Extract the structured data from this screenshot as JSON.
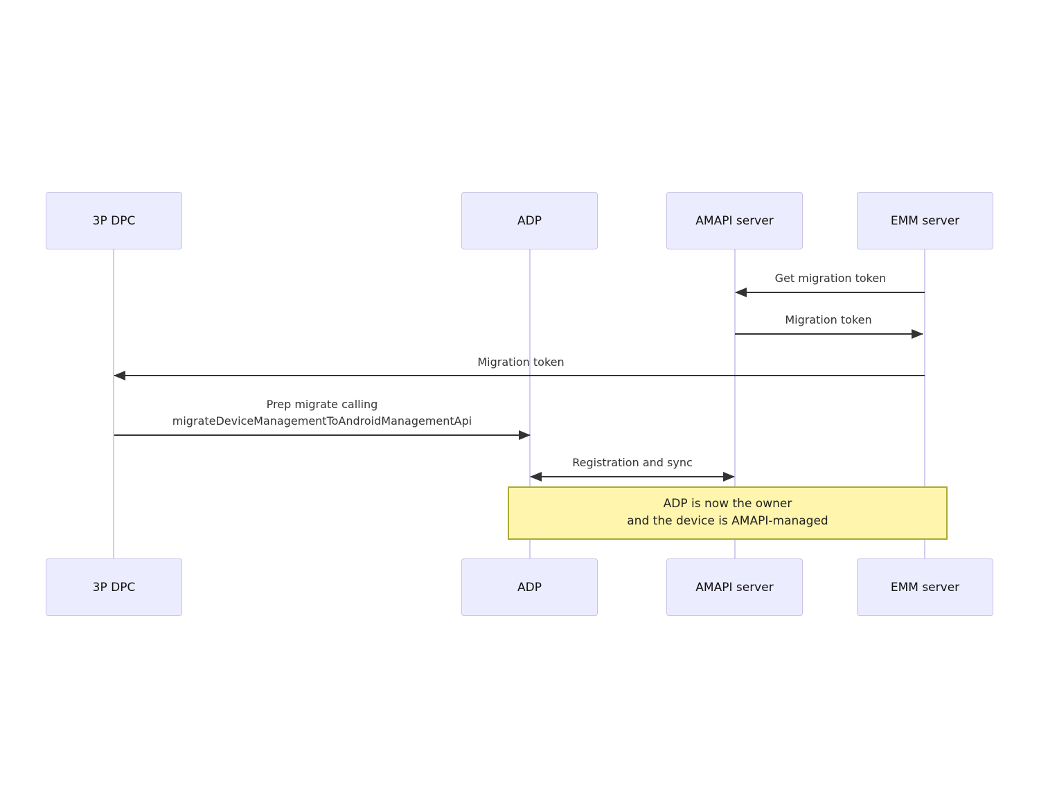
{
  "diagram": {
    "type": "sequence",
    "actors": [
      {
        "id": "3p-dpc",
        "label": "3P DPC"
      },
      {
        "id": "adp",
        "label": "ADP"
      },
      {
        "id": "amapi-server",
        "label": "AMAPI server"
      },
      {
        "id": "emm-server",
        "label": "EMM server"
      }
    ],
    "messages": [
      {
        "from": "EMM server",
        "to": "AMAPI server",
        "label": "Get migration token",
        "arrow": "left"
      },
      {
        "from": "AMAPI server",
        "to": "EMM server",
        "label": "Migration token",
        "arrow": "right"
      },
      {
        "from": "EMM server",
        "to": "3P DPC",
        "label": "Migration token",
        "arrow": "left"
      },
      {
        "from": "3P DPC",
        "to": "ADP",
        "arrow": "right",
        "lines": [
          "Prep migrate calling",
          "migrateDeviceManagementToAndroidManagementApi"
        ]
      },
      {
        "from": "ADP",
        "to": "AMAPI server",
        "label": "Registration and sync",
        "arrow": "both"
      }
    ],
    "note": {
      "over": [
        "ADP",
        "EMM server"
      ],
      "lines": [
        "ADP is now the owner",
        "and the device is AMAPI-managed"
      ]
    }
  },
  "colors": {
    "actor_fill": "#ECECFF",
    "actor_border": "#C8C2E8",
    "lifeline_color": "#D6CBEF",
    "arrow_color": "#333333",
    "message_text": "#333333",
    "note_fill": "#FFF5AD",
    "note_border": "#AAAA33",
    "note_text": "#222222",
    "actor_text": "#111111"
  }
}
